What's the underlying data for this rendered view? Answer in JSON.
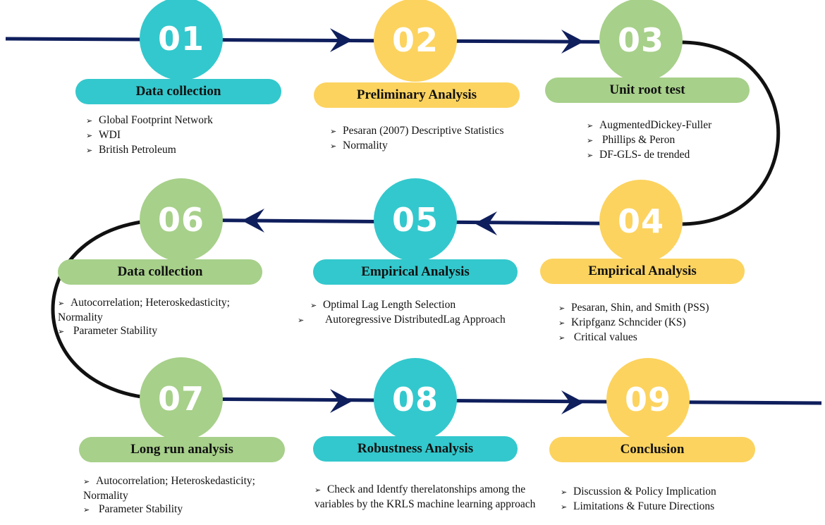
{
  "colors": {
    "teal": "#33c8cd",
    "yellow": "#fcd35f",
    "green": "#a7d08a",
    "line": "#0f1e5c"
  },
  "bullet_marker": "➢",
  "steps": [
    {
      "number": "01",
      "title": "Data collection",
      "items": [
        "Global Footprint Network",
        "WDI",
        "British Petroleum"
      ]
    },
    {
      "number": "02",
      "title": "Preliminary  Analysis",
      "items": [
        "Pesaran (2007) Descriptive Statistics",
        "Normality"
      ]
    },
    {
      "number": "03",
      "title": "Unit root test",
      "items": [
        "AugmentedDickey-Fuller",
        " Phillips & Peron",
        "DF-GLS-  de trended"
      ]
    },
    {
      "number": "04",
      "title": "Empirical  Analysis",
      "items": [
        "Pesaran, Shin, and Smith (PSS)",
        "Kripfganz Schncider (KS)",
        " Critical values"
      ]
    },
    {
      "number": "05",
      "title": "Empirical  Analysis",
      "items": [
        "Optimal Lag Length Selection",
        " Autoregressive DistributedLag Approach"
      ]
    },
    {
      "number": "06",
      "title": "Data collection",
      "items": [
        "Autocorrelation; Heteroskedasticity; Normality",
        " Parameter Stability"
      ]
    },
    {
      "number": "07",
      "title": "Long run  analysis",
      "items": [
        "Autocorrelation; Heteroskedasticity; Normality",
        " Parameter Stability"
      ]
    },
    {
      "number": "08",
      "title": "Robustness Analysis",
      "items": [
        "Check and Identfy therelatonships among the variables by the KRLS machine learning approach"
      ]
    },
    {
      "number": "09",
      "title": "Conclusion",
      "items": [
        "Discussion & Policy Implication",
        "Limitations & Future Directions"
      ]
    }
  ]
}
